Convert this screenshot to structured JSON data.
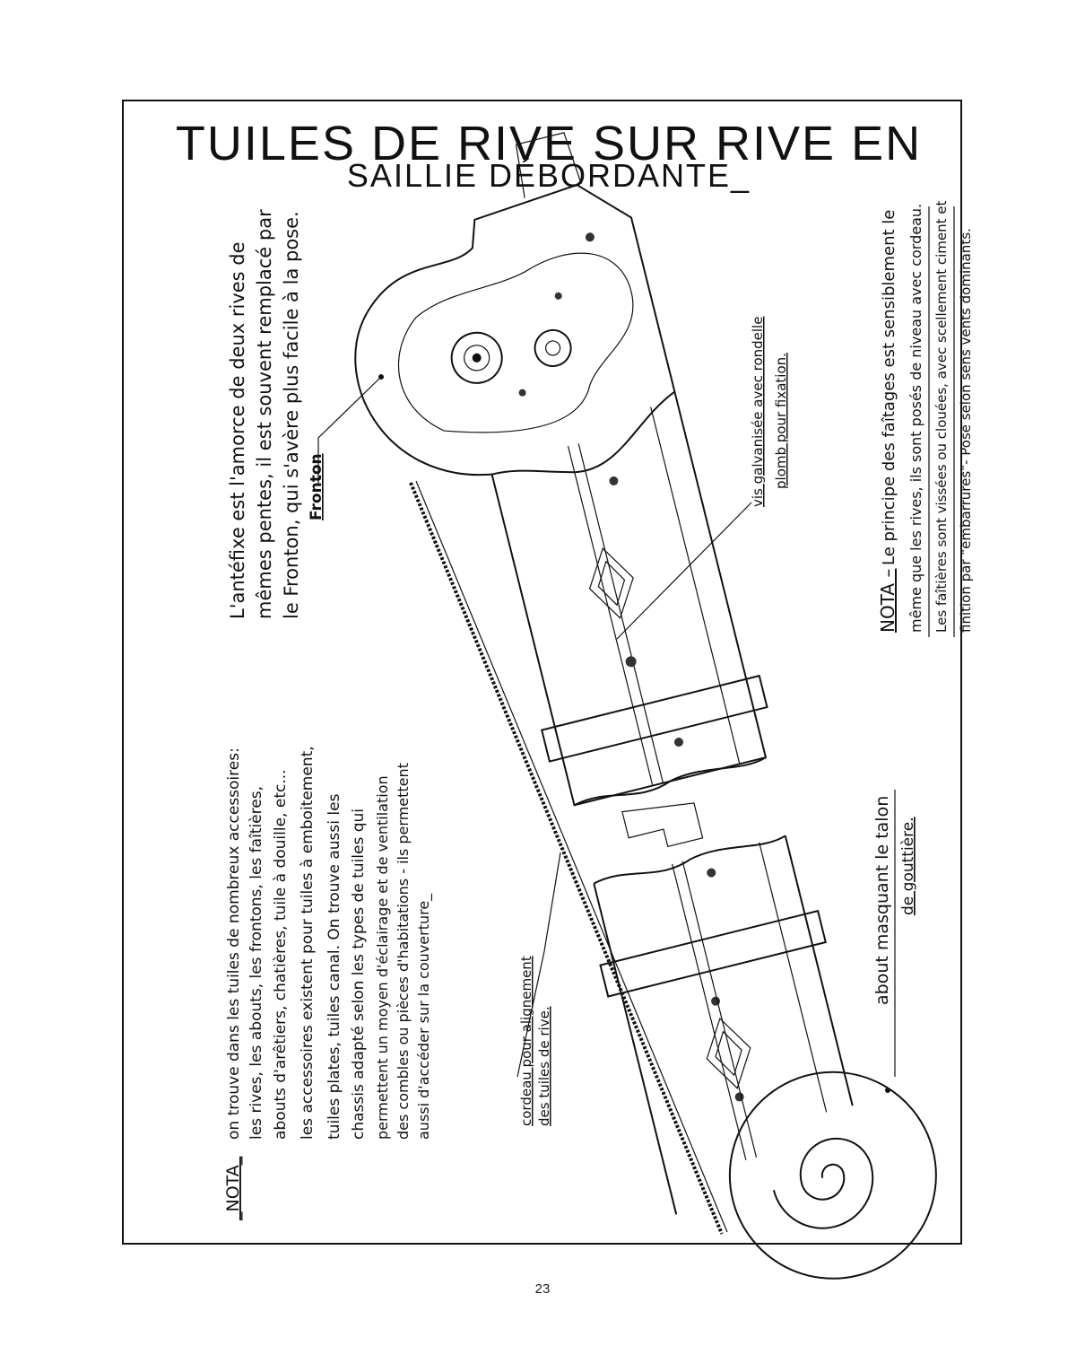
{
  "title": {
    "line1": "TUILES DE RIVE  SUR RIVE EN",
    "line2": "SAILLIE  DÉBORDANTE_"
  },
  "fronton_note": {
    "lines": [
      "L'antéfixe est l'amorce de deux rives de",
      "mêmes pentes, il est souvent remplacé par",
      "le Fronton, qui s'avère plus facile à la pose."
    ],
    "label": "Fronton"
  },
  "vis_label": {
    "lines": [
      "vis galvanisée avec rondelle",
      "plomb pour fixation."
    ]
  },
  "right_nota": {
    "heading": "NOTA –",
    "lines": [
      "Le principe des faîtages est sensiblement le",
      "même que les rives, ils sont posés de niveau avec cordeau.",
      "Les faîtières sont vissées ou clouées, avec scellement ciment et",
      "finition par \"embarrures\"- Pose selon sens vents dominants."
    ]
  },
  "left_nota": {
    "heading": "_NOTA_",
    "lines": [
      "on trouve dans les tuiles de nombreux accessoires:",
      "les rives, les abouts, les frontons, les faîtières,",
      "abouts d'arêtiers, chatières, tuile à douille, etc...",
      "les accessoires existent pour tuiles à emboitement,",
      "tuiles plates, tuiles canal. On trouve aussi les",
      "chassis adapté selon les types de tuiles qui",
      "permettent un moyen d'éclairage et de ventilation",
      "des combles ou pièces d'habitations - ils permettent",
      "aussi d'accéder sur la couverture_"
    ]
  },
  "cordeau_label": {
    "lines": [
      "cordeau pour alignement",
      "des tuiles de rive."
    ]
  },
  "about_label": {
    "lines": [
      "about masquant le talon",
      "de gouttière."
    ]
  },
  "page_number": "23"
}
